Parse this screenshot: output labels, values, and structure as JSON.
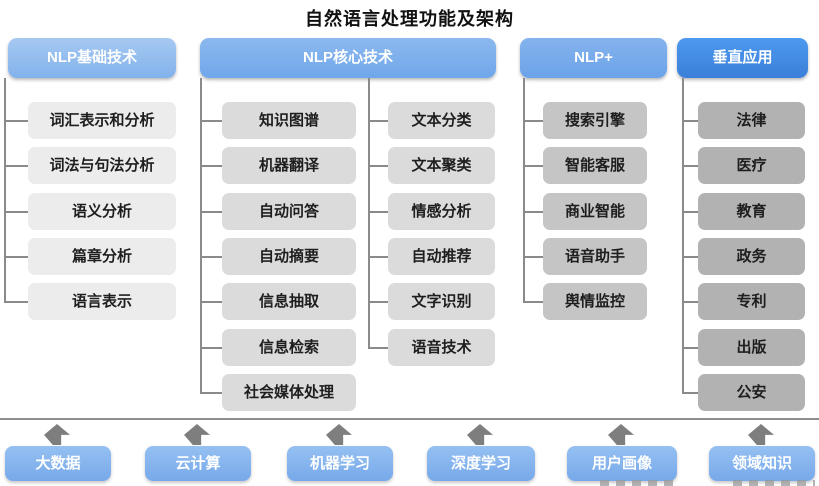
{
  "title": "自然语言处理功能及架构",
  "colors": {
    "header_blue_light": "#8cb8ee",
    "header_blue_dark": "#3d87e2",
    "foundation_blue": "#85b4ee",
    "item_gray_1": "#ececec",
    "item_gray_2": "#dbdbdb",
    "item_gray_3": "#c5c5c5",
    "item_gray_4": "#b2b2b2",
    "connector_gray": "#8a8a8a"
  },
  "columns": [
    {
      "header": "NLP基础技术",
      "items": [
        "词汇表示和分析",
        "词法与句法分析",
        "语义分析",
        "篇章分析",
        "语言表示"
      ]
    },
    {
      "header": "NLP核心技术",
      "sub_columns": [
        {
          "items": [
            "知识图谱",
            "机器翻译",
            "自动问答",
            "自动摘要",
            "信息抽取",
            "信息检索",
            "社会媒体处理"
          ]
        },
        {
          "items": [
            "文本分类",
            "文本聚类",
            "情感分析",
            "自动推荐",
            "文字识别",
            "语音技术"
          ]
        }
      ]
    },
    {
      "header": "NLP+",
      "items": [
        "搜索引擎",
        "智能客服",
        "商业智能",
        "语音助手",
        "舆情监控"
      ]
    },
    {
      "header": "垂直应用",
      "items": [
        "法律",
        "医疗",
        "教育",
        "政务",
        "专利",
        "出版",
        "公安"
      ]
    }
  ],
  "foundation": {
    "items": [
      "大数据",
      "云计算",
      "机器学习",
      "深度学习",
      "用户画像",
      "领域知识"
    ]
  }
}
